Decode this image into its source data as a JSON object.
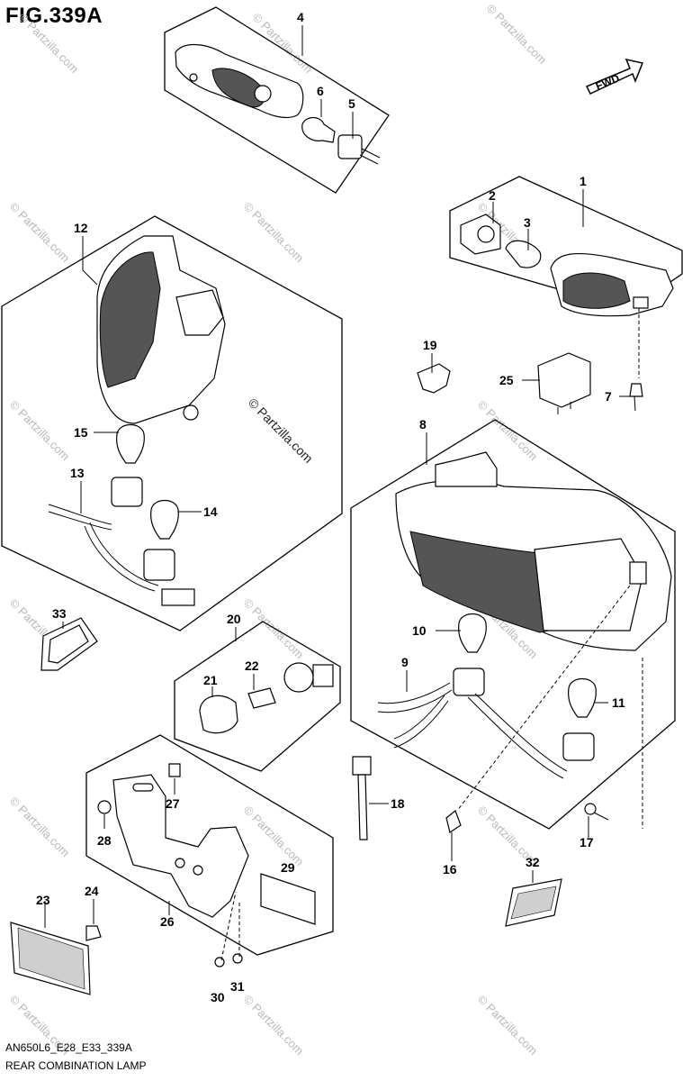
{
  "figure": {
    "title": "FIG.339A",
    "model_code": "AN650L6_E28_E33_339A",
    "caption": "REAR COMBINATION LAMP",
    "direction_label": "FWD",
    "watermark": "© Partzilla.com"
  },
  "callouts": {
    "c1": "1",
    "c2": "2",
    "c3": "3",
    "c4": "4",
    "c5": "5",
    "c6": "6",
    "c7": "7",
    "c8": "8",
    "c9": "9",
    "c10": "10",
    "c11": "11",
    "c12": "12",
    "c13": "13",
    "c14": "14",
    "c15": "15",
    "c16": "16",
    "c17": "17",
    "c18": "18",
    "c19": "19",
    "c20": "20",
    "c21": "21",
    "c22": "22",
    "c23": "23",
    "c24": "24",
    "c25": "25",
    "c26": "26",
    "c27": "27",
    "c28": "28",
    "c29": "29",
    "c30": "30",
    "c31": "31",
    "c32": "32",
    "c33": "33"
  }
}
